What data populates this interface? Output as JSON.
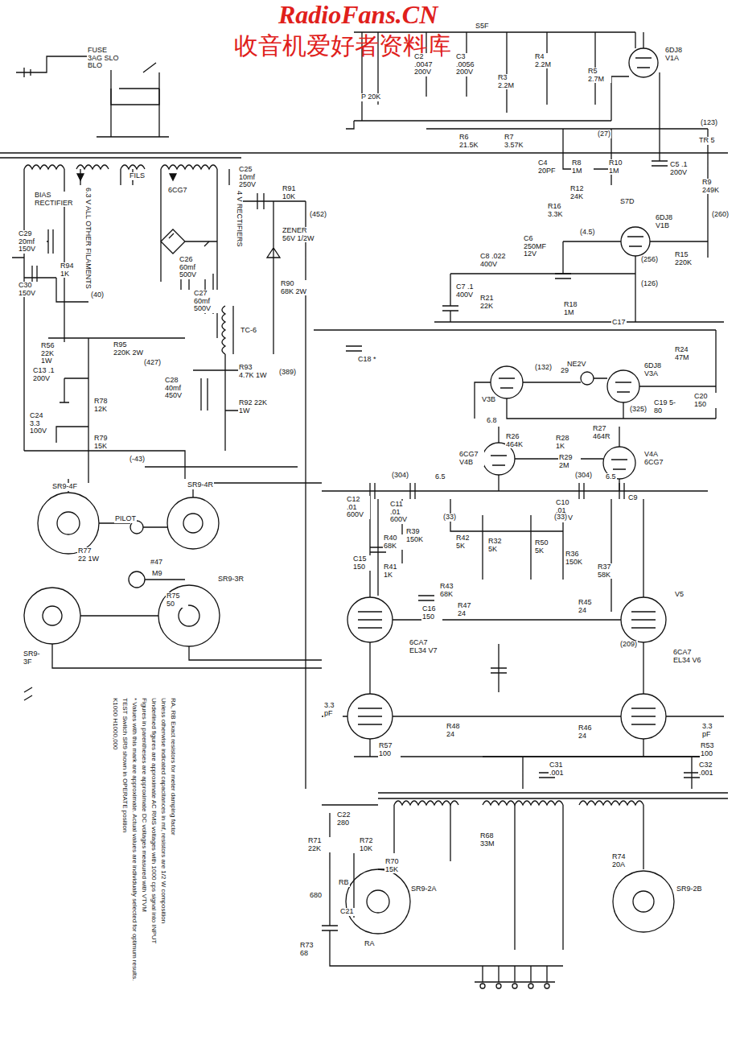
{
  "diagram": {
    "labels": [
      "RadioFans.CN",
      "收音机爱好者资料库",
      "FUSE 3AG SLO BLO",
      "S5F",
      "P 20K",
      "C2 .0047 200V",
      "C3 .0056 200V",
      "R3 2.2M",
      "R4 2.2M",
      "R5 2.7M",
      "6DJ8 V1A",
      "(27)",
      "(123)",
      "R6 21.5K",
      "R7 3.57K",
      "C4 20PF",
      "R8 1M",
      "R10 1M",
      "R12 24K",
      "C5 .1 200V",
      "R9 249K",
      "S7D",
      "TR 5",
      "BIAS RECTIFIER",
      "6.3 V ALL OTHER FILAMENTS",
      "FILS",
      "6CG7",
      "C29 20mf 150V",
      "R94 1K",
      "C30 150V",
      "4 V RECTIFIERS",
      "C26 60mf 500V",
      "C27 60mf 500V",
      "TC-6",
      "C25 10mf 250V",
      "R91 10K",
      "ZENER 56V 1/2W",
      "R90 68K 2W",
      "(452)",
      "(40)",
      "R56 22K 1W",
      "R95 220K 2W",
      "(427)",
      "C13 .1 200V",
      "R78 12K",
      "C24 3.3 100V",
      "R79 15K",
      "(-43)",
      "R93 4.7K 1W",
      "R92 22K 1W",
      "C28 40mf 450V",
      "(389)",
      "C6 250MF 12V",
      "R16 3.3K",
      "6DJ8 V1B",
      "R15 220K",
      "(4.5)",
      "(260)",
      "(256)",
      "(126)",
      "C7 .1 400V",
      "C8 .022 400V",
      "R18 1M",
      "R21 22K",
      "C17",
      "C18 *",
      "NE2V",
      "6DJ8 V3A",
      "R24 47M",
      "C19 5-80",
      "C20 150",
      "6.8",
      "(132)",
      "29",
      "(325)",
      "V3B",
      "R27 464R",
      "R26 464K",
      "R28 1K",
      "R29 2M",
      "6CG7 V4B",
      "V4A 6CG7",
      "C12 .01 600V",
      "C11 .01 600V",
      "(304)",
      "6.5",
      "(304)",
      "6.5",
      "C10 .01 600V",
      "C9",
      "C15 150",
      "R40 68K",
      "R39 150K",
      "(33)",
      "R42 5K",
      "R32 5K",
      "R50 5K",
      "(33)",
      "R36 150K",
      "R41 1K",
      "C16 150",
      "R43 68K",
      "R47 24",
      "R45 24",
      "R37 58K",
      "6CA7 EL34 V7",
      "(209)",
      "6CA7 EL34 V6",
      "V5",
      "R48 24",
      "R46 24",
      "R57 100",
      "R53 100",
      "3.3 pF",
      "3.3 pF",
      "C31 .001",
      "C32 .001",
      "C22 280",
      "R71 22K",
      "R72 10K",
      "R70 15K",
      "680",
      "C21",
      "R73 68",
      "RA",
      "RB",
      "SR9-2A",
      "R68 33M",
      "R74 20A",
      "SR9-2B",
      "SR9-4F",
      "SR9-4R",
      "PILOT",
      "#47",
      "R77 22 1W",
      "M9",
      "R75 50",
      "SR9-3F",
      "SR9-3R",
      "K1000 H1000,000",
      "TEST Switch SR9 shown in OPERATE position",
      "* Values with this mark are approximate. Actual values are individually selected for optimum results.",
      "Figures in parentheses are approximate DC voltages measured with VTVM",
      "Underlined figures are approximate AC RMS voltages with 1000 cps signal into INPUT",
      "Unless otherwise indicated capacitances in mf, resistors are 1/2 W composition",
      "RA, RB Exact resistors for meter damping factor"
    ]
  }
}
